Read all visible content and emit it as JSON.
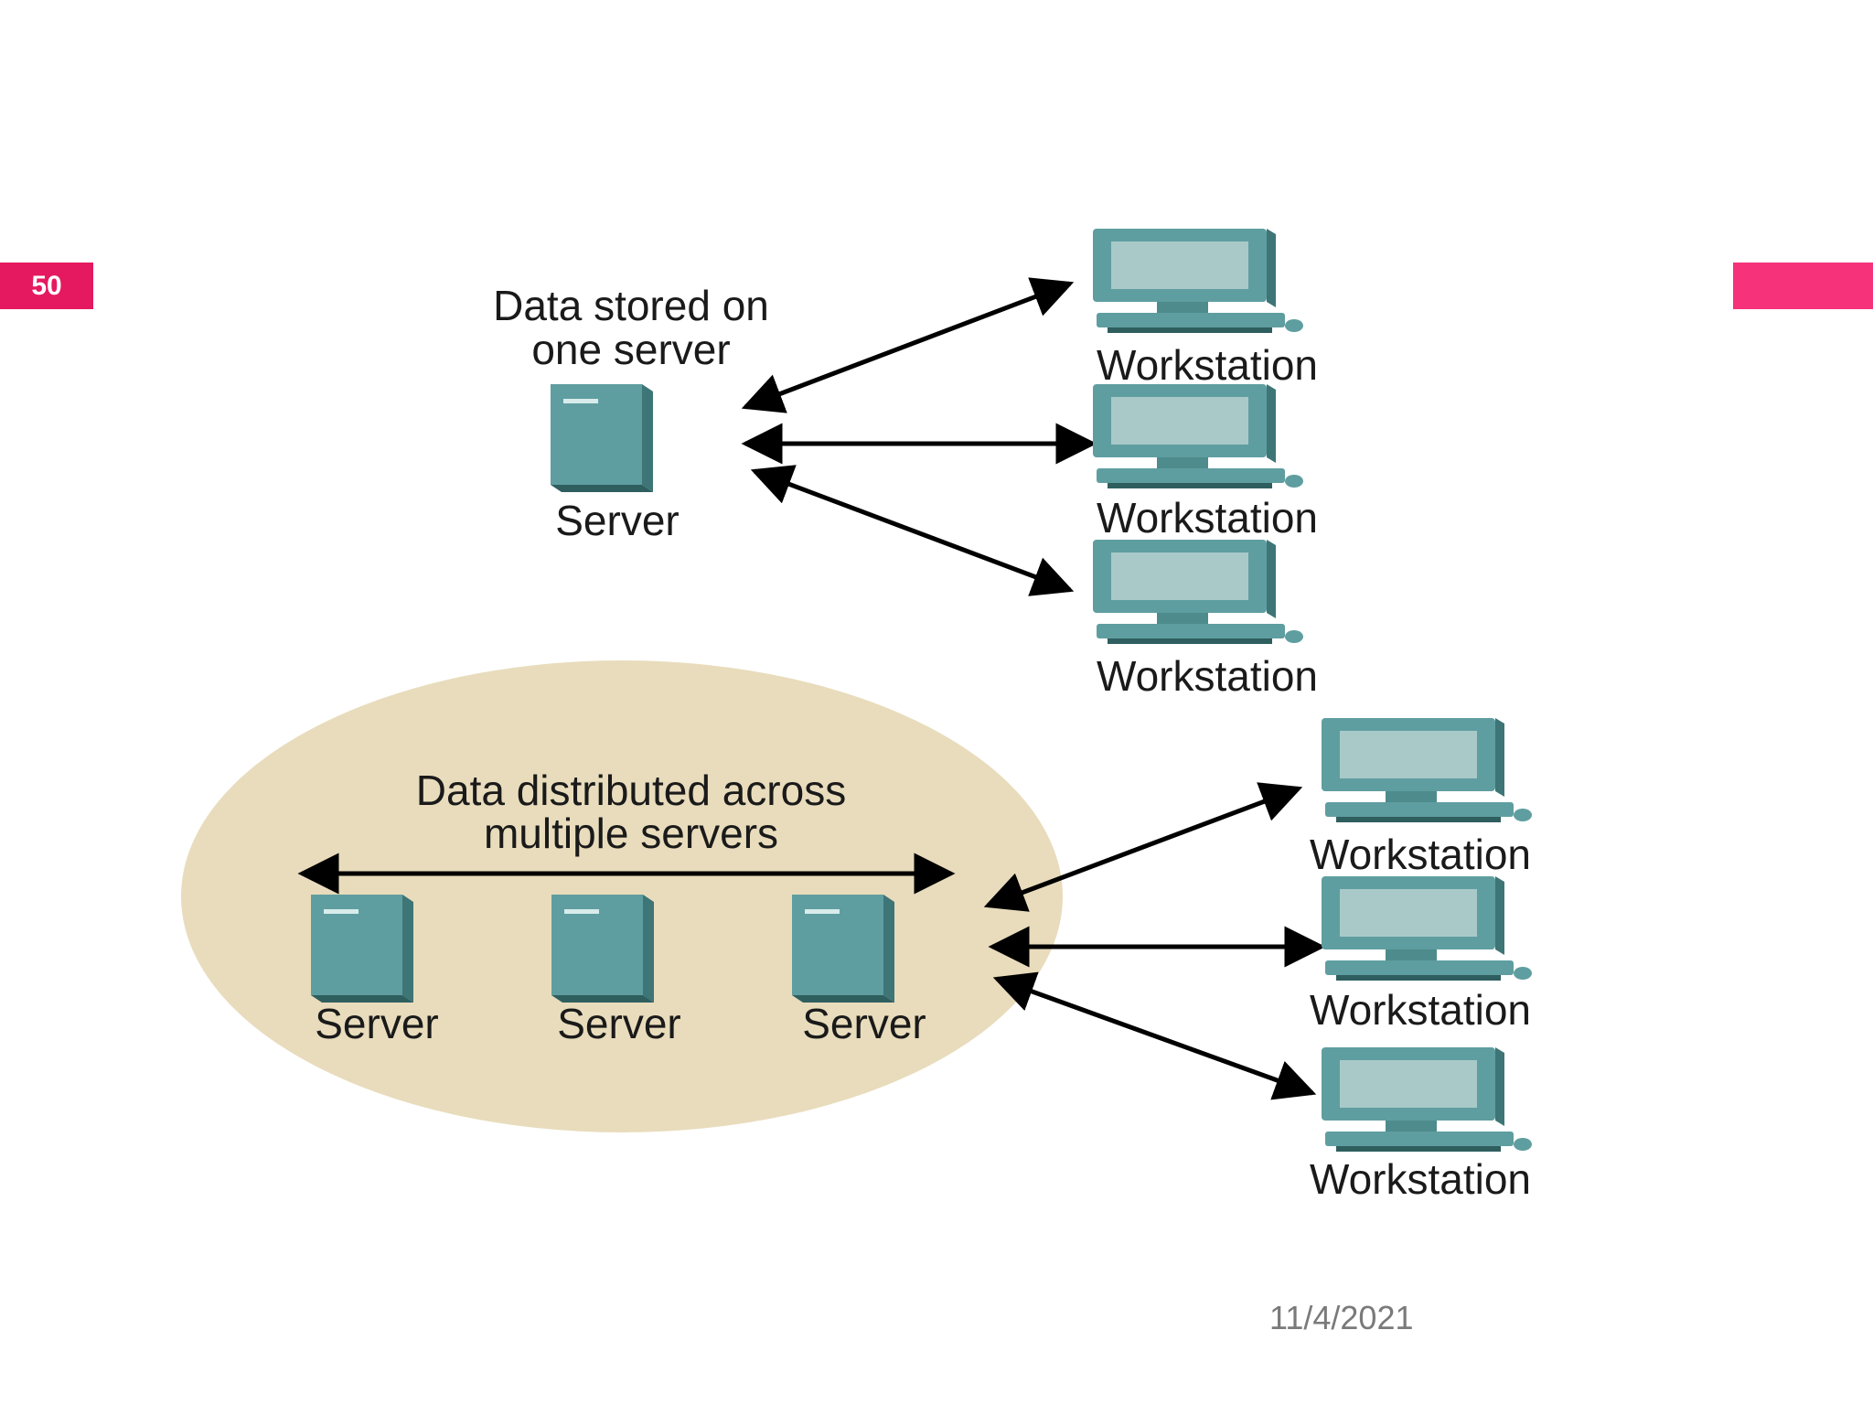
{
  "slide": {
    "number": "50",
    "date": "11/4/2021"
  },
  "colors": {
    "accent": "#e5195f",
    "device": "#5f9ea0",
    "screen": "#a9c9c9",
    "ellipse": "#e8dcbc"
  },
  "top": {
    "caption_line1": "Data stored on",
    "caption_line2": "one server",
    "server_label": "Server",
    "workstations": [
      "Workstation",
      "Workstation",
      "Workstation"
    ]
  },
  "bottom": {
    "caption_line1": "Data distributed across",
    "caption_line2": "multiple servers",
    "servers": [
      "Server",
      "Server",
      "Server"
    ],
    "workstations": [
      "Workstation",
      "Workstation",
      "Workstation"
    ]
  }
}
